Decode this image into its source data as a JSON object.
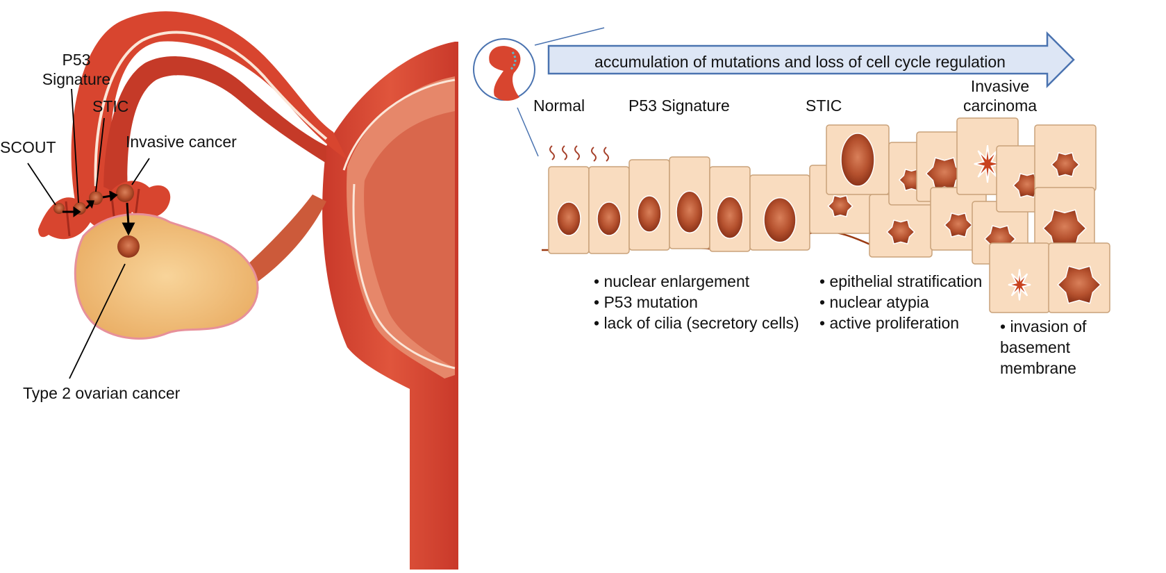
{
  "anatomy_labels": {
    "p53_signature": [
      "P53",
      "Signature"
    ],
    "stic": "STIC",
    "scout": "SCOUT",
    "invasive_cancer": "Invasive cancer",
    "type2": "Type 2 ovarian cancer"
  },
  "progression": {
    "arrow_text": "accumulation of mutations and loss of cell cycle regulation",
    "stages": {
      "normal": "Normal",
      "p53": "P53 Signature",
      "stic": "STIC",
      "invasive": [
        "Invasive",
        "carcinoma"
      ]
    },
    "features_p53": [
      "• nuclear enlargement",
      "• P53 mutation",
      "• lack of cilia (secretory cells)"
    ],
    "features_stic": [
      "• epithelial stratification",
      "• nuclear atypia",
      "• active proliferation"
    ],
    "features_invasive": [
      "• invasion of",
      "basement",
      "membrane"
    ]
  },
  "colors": {
    "tissue": "#d8452f",
    "tissue_dark": "#a52a1c",
    "ovary": "#f4c27e",
    "cell": "#f9dcbf",
    "cell_border": "#c9a27a",
    "nucleus": "#b04a2c",
    "arrow_fill": "#dde6f5",
    "arrow_stroke": "#4a73b0",
    "membrane": "#9a3a12"
  }
}
